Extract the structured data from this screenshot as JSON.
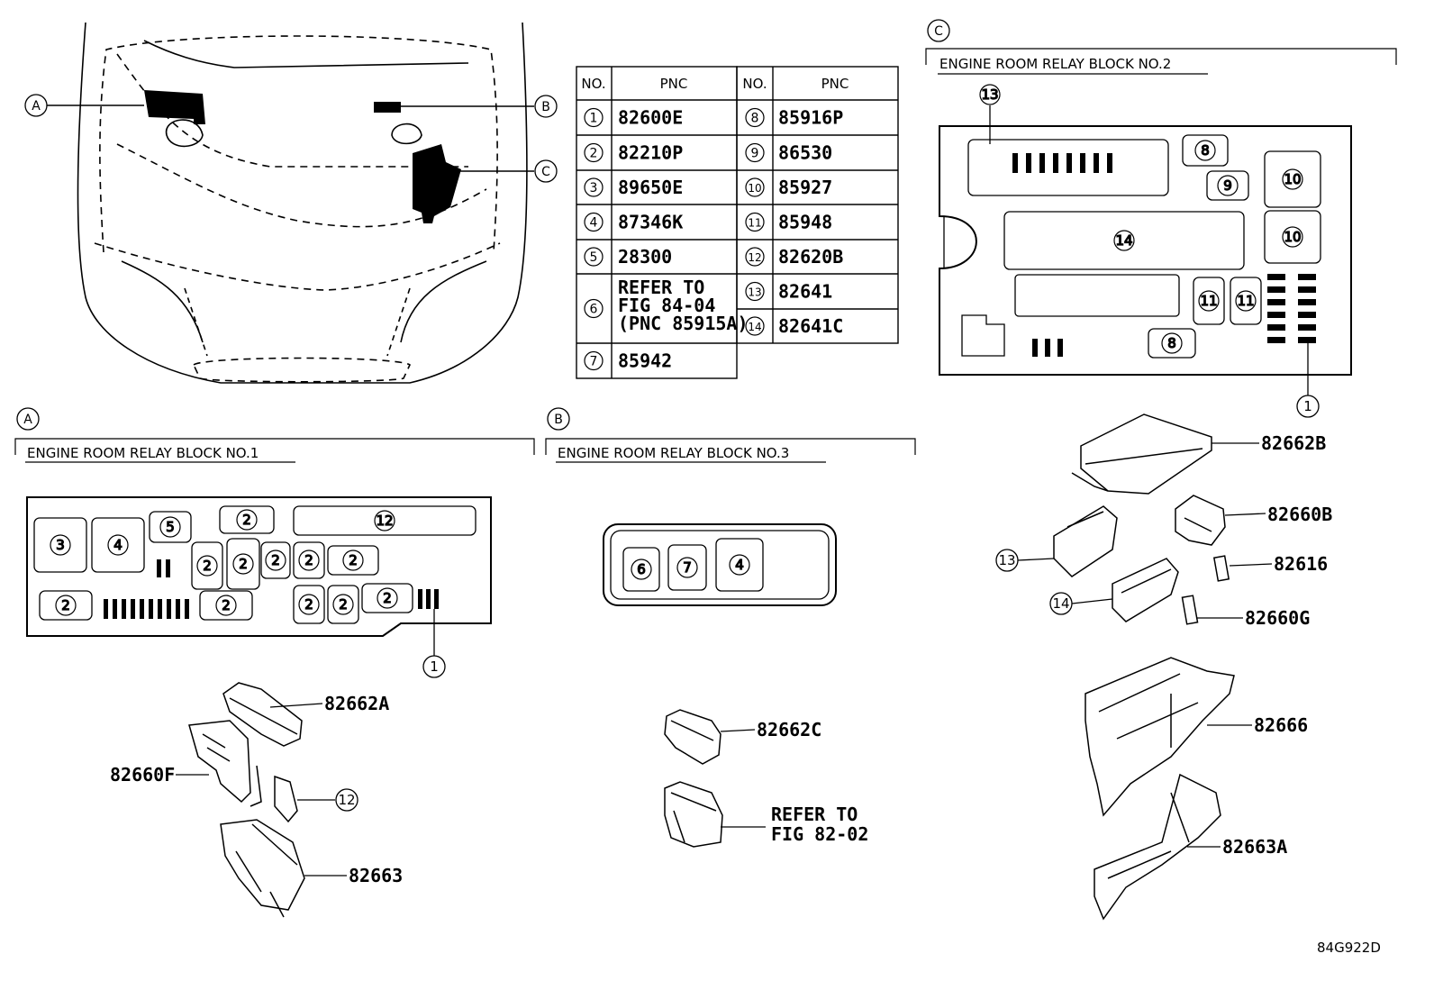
{
  "sections": {
    "A": {
      "marker": "A",
      "title": "ENGINE ROOM RELAY BLOCK NO.1"
    },
    "B": {
      "marker": "B",
      "title": "ENGINE ROOM RELAY BLOCK NO.3"
    },
    "C": {
      "marker": "C",
      "title": "ENGINE ROOM RELAY BLOCK NO.2"
    }
  },
  "table": {
    "header_no": "NO.",
    "header_pnc": "PNC",
    "left": [
      {
        "no": "1",
        "pnc": "82600E"
      },
      {
        "no": "2",
        "pnc": "82210P"
      },
      {
        "no": "3",
        "pnc": "89650E"
      },
      {
        "no": "4",
        "pnc": "87346K"
      },
      {
        "no": "5",
        "pnc": "28300"
      },
      {
        "no": "6",
        "pnc_lines": [
          "REFER TO",
          "FIG 84-04",
          "(PNC 85915A)"
        ]
      },
      {
        "no": "7",
        "pnc": "85942"
      }
    ],
    "right": [
      {
        "no": "8",
        "pnc": "85916P"
      },
      {
        "no": "9",
        "pnc": "86530"
      },
      {
        "no": "10",
        "pnc": "85927"
      },
      {
        "no": "11",
        "pnc": "85948"
      },
      {
        "no": "12",
        "pnc": "82620B"
      },
      {
        "no": "13",
        "pnc": "82641"
      },
      {
        "no": "14",
        "pnc": "82641C"
      }
    ]
  },
  "callouts": {
    "a_cover": "82662A",
    "a_bracket": "82660F",
    "a_case": "82663",
    "a_fuse": "12",
    "a_relay": "1",
    "b_cover": "82662C",
    "b_refer_line1": "REFER TO",
    "b_refer_line2": "FIG 82-02",
    "c_cover": "82662B",
    "c_holder": "82660B",
    "c_clip": "82616",
    "c_clip2": "82660G",
    "c_fuse13": "13",
    "c_fuse14": "14",
    "c_case": "82666",
    "c_lower": "82663A",
    "c_relay": "1"
  },
  "block_a_labels": [
    "3",
    "4",
    "5",
    "2",
    "12",
    "2",
    "2",
    "2",
    "2",
    "2",
    "2",
    "2",
    "2",
    "2",
    "2"
  ],
  "block_b_labels": [
    "6",
    "7",
    "4"
  ],
  "block_c_labels": [
    "13",
    "8",
    "9",
    "10",
    "10",
    "14",
    "11",
    "11",
    "8"
  ],
  "figure_id": "84G922D"
}
